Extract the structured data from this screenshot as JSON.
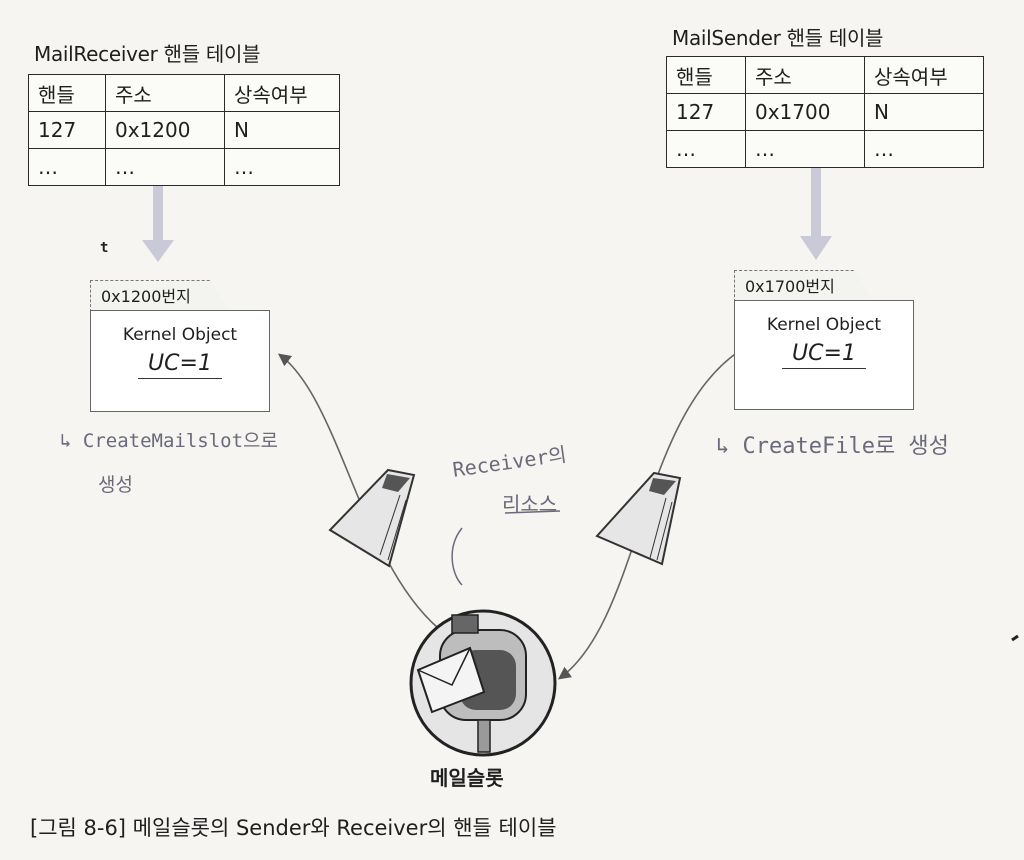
{
  "receiver_table": {
    "title": "MailReceiver 핸들 테이블",
    "headers": [
      "핸들",
      "주소",
      "상속여부"
    ],
    "rows": [
      [
        "127",
        "0x1200",
        "N"
      ],
      [
        "…",
        "…",
        "…"
      ]
    ]
  },
  "sender_table": {
    "title": "MailSender 핸들 테이블",
    "headers": [
      "핸들",
      "주소",
      "상속여부"
    ],
    "rows": [
      [
        "127",
        "0x1700",
        "N"
      ],
      [
        "…",
        "…",
        "…"
      ]
    ]
  },
  "receiver_object": {
    "address": "0x1200번지",
    "name": "Kernel Object",
    "uc": "UC=1"
  },
  "sender_object": {
    "address": "0x1700번지",
    "name": "Kernel Object",
    "uc": "UC=1"
  },
  "notes": {
    "receiver_create_line1": "↳ CreateMailslot으로",
    "receiver_create_line2": "생성",
    "sender_create": "↳ CreateFile로 생성",
    "resource_line1": "Receiver의",
    "resource_line2": "리소스",
    "stray_mark": "t"
  },
  "mailslot_label": "메일슬롯",
  "caption": "[그림 8-6] 메일슬롯의 Sender와 Receiver의 핸들 테이블",
  "colors": {
    "ink": "#1f1f1f",
    "handwriting": "#6a6a7a",
    "arrow": "#bdbdce"
  }
}
